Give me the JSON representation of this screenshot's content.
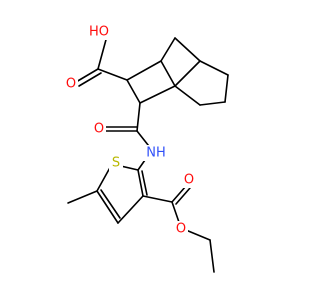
{
  "molecule": {
    "atoms": [
      {
        "id": "acid-oh",
        "element": "O",
        "label": "HO"
      },
      {
        "id": "acid-carbonyl-o",
        "element": "O",
        "label": "O"
      },
      {
        "id": "amide-o",
        "element": "O",
        "label": "O"
      },
      {
        "id": "amide-nh",
        "element": "N",
        "label": "NH"
      },
      {
        "id": "thiophene-s",
        "element": "S",
        "label": "S"
      },
      {
        "id": "ester-carbonyl-o",
        "element": "O",
        "label": "O"
      },
      {
        "id": "ester-ether-o",
        "element": "O",
        "label": "O"
      }
    ],
    "colors": {
      "bond": "#000000",
      "oxygen": "#ff0d0d",
      "nitrogen": "#3050f8",
      "sulfur": "#b8b800"
    }
  }
}
